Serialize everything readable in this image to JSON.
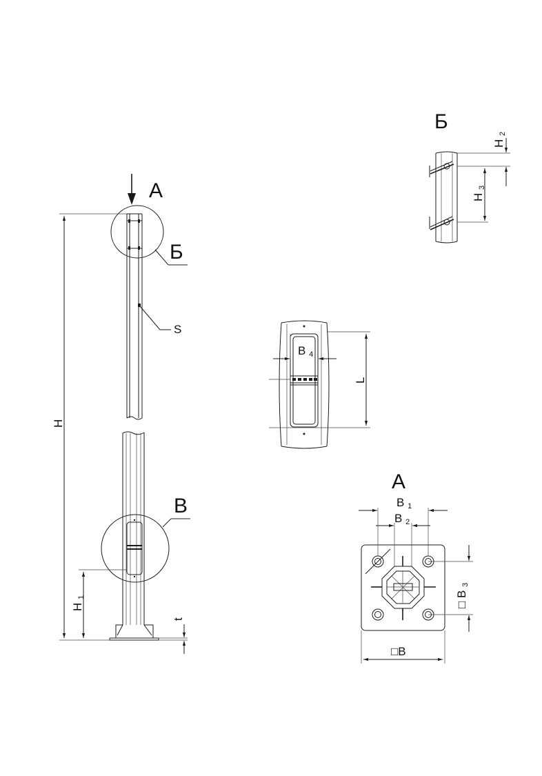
{
  "view_labels": {
    "view_a_arrow": "А",
    "view_b_callout": "Б",
    "view_v_callout": "В",
    "detail_b_title": "Б",
    "detail_a_title": "А"
  },
  "dimensions": {
    "H": "H",
    "H1": "H",
    "H1_sub": "1",
    "t": "t",
    "S": "S",
    "H2": "H",
    "H2_sub": "2",
    "H3": "H",
    "H3_sub": "3",
    "B4": "B",
    "B4_sub": "4",
    "L": "L",
    "B1": "B",
    "B1_sub": "1",
    "B2": "B",
    "B2_sub": "2",
    "B3": "□ B",
    "B3_sub": "3",
    "B": "□B"
  }
}
